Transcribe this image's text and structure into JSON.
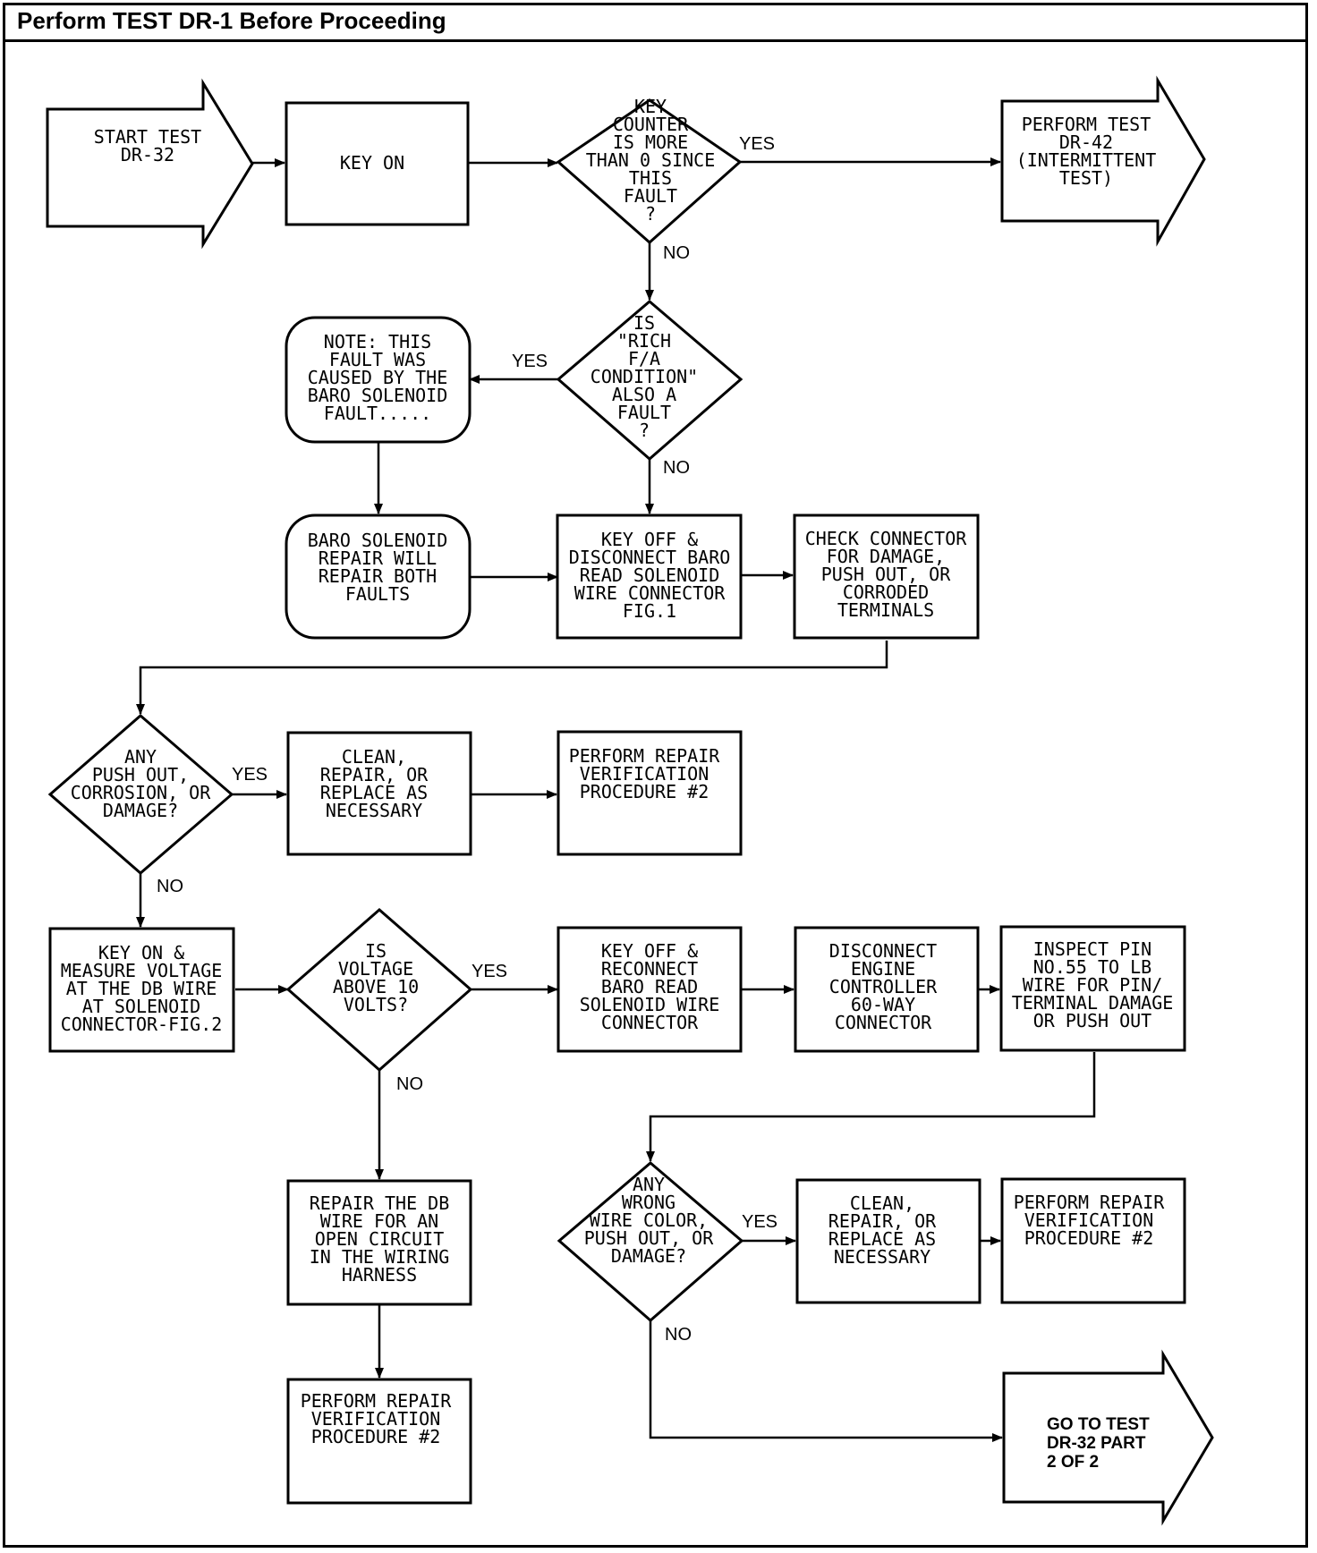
{
  "header": {
    "title": "Perform TEST DR-1 Before Proceeding"
  },
  "nodes": {
    "start": [
      "START TEST",
      "DR-32"
    ],
    "key_on": [
      "KEY ON"
    ],
    "key_counter": [
      "KEY",
      "COUNTER",
      "IS MORE",
      "THAN 0 SINCE",
      "THIS",
      "FAULT",
      "?"
    ],
    "dr42": [
      "PERFORM TEST",
      "DR-42",
      "(INTERMITTENT",
      "TEST)"
    ],
    "rich_fa": [
      "IS",
      "\"RICH",
      "F/A",
      "CONDITION\"",
      "ALSO A",
      "FAULT",
      "?"
    ],
    "note": [
      "NOTE: THIS",
      "FAULT WAS",
      "CAUSED BY THE",
      "BARO SOLENOID",
      "FAULT....."
    ],
    "baro_repair": [
      "BARO SOLENOID",
      "REPAIR WILL",
      "REPAIR BOTH",
      "FAULTS"
    ],
    "key_off_disconnect": [
      "KEY OFF &",
      "DISCONNECT BARO",
      "READ SOLENOID",
      "WIRE CONNECTOR",
      "FIG.1"
    ],
    "check_connector": [
      "CHECK CONNECTOR",
      "FOR DAMAGE,",
      "PUSH OUT, OR",
      "CORRODED",
      "TERMINALS"
    ],
    "any_push_out": [
      "ANY",
      "PUSH OUT,",
      "CORROSION, OR",
      "DAMAGE?"
    ],
    "clean_repair_1": [
      "CLEAN,",
      "REPAIR, OR",
      "REPLACE AS",
      "NECESSARY"
    ],
    "verification_1": [
      "PERFORM REPAIR",
      "VERIFICATION",
      "PROCEDURE #2"
    ],
    "measure_voltage": [
      "KEY ON &",
      "MEASURE VOLTAGE",
      "AT THE DB WIRE",
      "AT SOLENOID",
      "CONNECTOR-FIG.2"
    ],
    "voltage_above": [
      "IS",
      "VOLTAGE",
      "ABOVE 10",
      "VOLTS?"
    ],
    "key_off_reconnect": [
      "KEY OFF &",
      "RECONNECT",
      "BARO READ",
      "SOLENOID WIRE",
      "CONNECTOR"
    ],
    "disconnect_engine": [
      "DISCONNECT",
      "ENGINE",
      "CONTROLLER",
      "60-WAY",
      "CONNECTOR"
    ],
    "inspect_pin": [
      "INSPECT PIN",
      "NO.55 TO LB",
      "WIRE FOR PIN/",
      "TERMINAL DAMAGE",
      "OR PUSH OUT"
    ],
    "repair_db": [
      "REPAIR THE DB",
      "WIRE FOR AN",
      "OPEN CIRCUIT",
      "IN THE WIRING",
      "HARNESS"
    ],
    "verification_2": [
      "PERFORM REPAIR",
      "VERIFICATION",
      "PROCEDURE #2"
    ],
    "any_wrong": [
      "ANY",
      "WRONG",
      "WIRE COLOR,",
      "PUSH OUT, OR",
      "DAMAGE?"
    ],
    "clean_repair_2": [
      "CLEAN,",
      "REPAIR, OR",
      "REPLACE AS",
      "NECESSARY"
    ],
    "verification_3": [
      "PERFORM REPAIR",
      "VERIFICATION",
      "PROCEDURE #2"
    ],
    "goto_part2": [
      "GO TO TEST",
      "DR-32 PART",
      "2 OF 2"
    ]
  },
  "edge_labels": {
    "yes": "YES",
    "no": "NO"
  }
}
